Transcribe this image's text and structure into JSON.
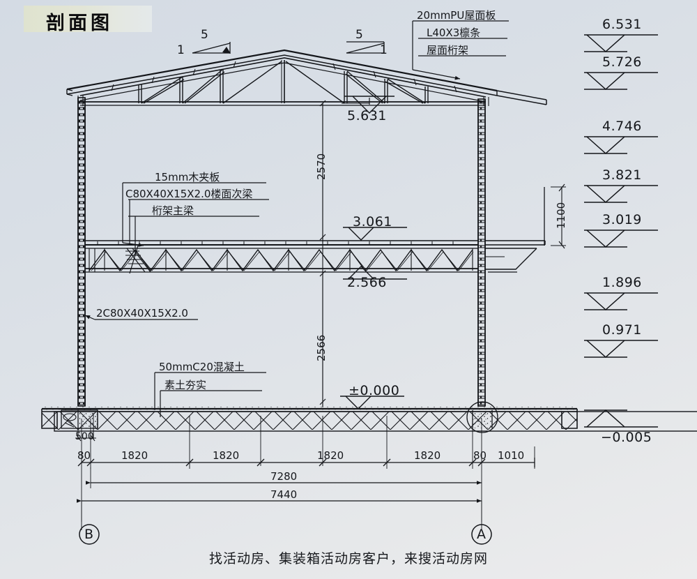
{
  "document": {
    "title": "剖面图",
    "footer_note": "找活动房、集装箱活动房客户，来搜活动房网",
    "ink_color": "#14161a",
    "title_band_color": "#dfe3cf",
    "background_color": "#d9dfe6"
  },
  "slope_marks": [
    {
      "rise": "1",
      "run": "5",
      "side": "left"
    },
    {
      "rise": "1",
      "run": "5",
      "side": "right"
    }
  ],
  "roof_callouts": [
    {
      "label": "20mmPU屋面板"
    },
    {
      "label": "L40X3檩条"
    },
    {
      "label": "屋面桁架"
    }
  ],
  "floor_callouts": [
    {
      "label": "15mm木夹板"
    },
    {
      "label": "C80X40X15X2.0楼面次梁"
    },
    {
      "label": "桁架主梁"
    }
  ],
  "column_callout": {
    "label": "2C80X40X15X2.0"
  },
  "ground_callouts": [
    {
      "label": "50mmC20混凝土"
    },
    {
      "label": "素土夯实"
    }
  ],
  "interior_levels": [
    {
      "value": "5.631"
    },
    {
      "value": "3.061"
    },
    {
      "value": "2.566"
    },
    {
      "value": "±0.000"
    }
  ],
  "elevation_marks": [
    {
      "value": "6.531"
    },
    {
      "value": "5.726"
    },
    {
      "value": "4.746"
    },
    {
      "value": "3.821"
    },
    {
      "value": "3.019"
    },
    {
      "value": "1.896"
    },
    {
      "value": "0.971"
    },
    {
      "value": "−0.005"
    }
  ],
  "vertical_dimensions": [
    {
      "value": "2570",
      "location": "upper-storey-height"
    },
    {
      "value": "2566",
      "location": "lower-storey-height"
    },
    {
      "value": "1100",
      "location": "right-canopy-height"
    },
    {
      "value": "500",
      "location": "foundation-depth"
    }
  ],
  "bottom_dimension_chain": {
    "segments": [
      "80",
      "1820",
      "1820",
      "1820",
      "1820",
      "80",
      "1010"
    ],
    "totals": [
      {
        "value": "7280"
      },
      {
        "value": "7440"
      }
    ]
  },
  "grid_bubbles": [
    {
      "label": "B",
      "side": "left"
    },
    {
      "label": "A",
      "side": "right"
    }
  ]
}
